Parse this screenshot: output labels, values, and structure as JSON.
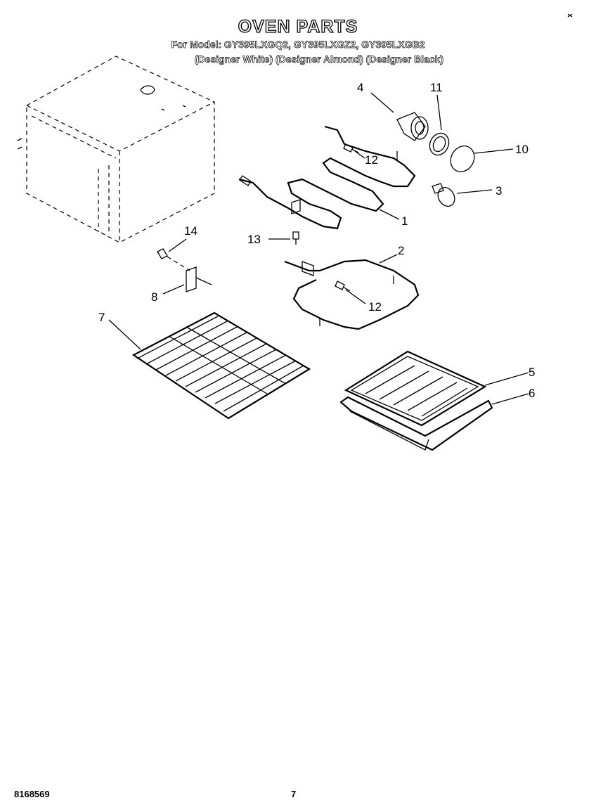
{
  "title": "OVEN PARTS",
  "models_line": "For Model: GY395LXGQ2, GY395LXGZ2, GY395LXGB2",
  "designers_line": "(Designer White) (Designer Almond) (Designer Black)",
  "callouts": {
    "c1": "1",
    "c2": "2",
    "c3": "3",
    "c4": "4",
    "c5": "5",
    "c6": "6",
    "c7": "7",
    "c8": "8",
    "c10": "10",
    "c11": "11",
    "c12a": "12",
    "c12b": "12",
    "c13": "13",
    "c14": "14"
  },
  "footer": {
    "doc_number": "8168569",
    "page_number": "7"
  }
}
